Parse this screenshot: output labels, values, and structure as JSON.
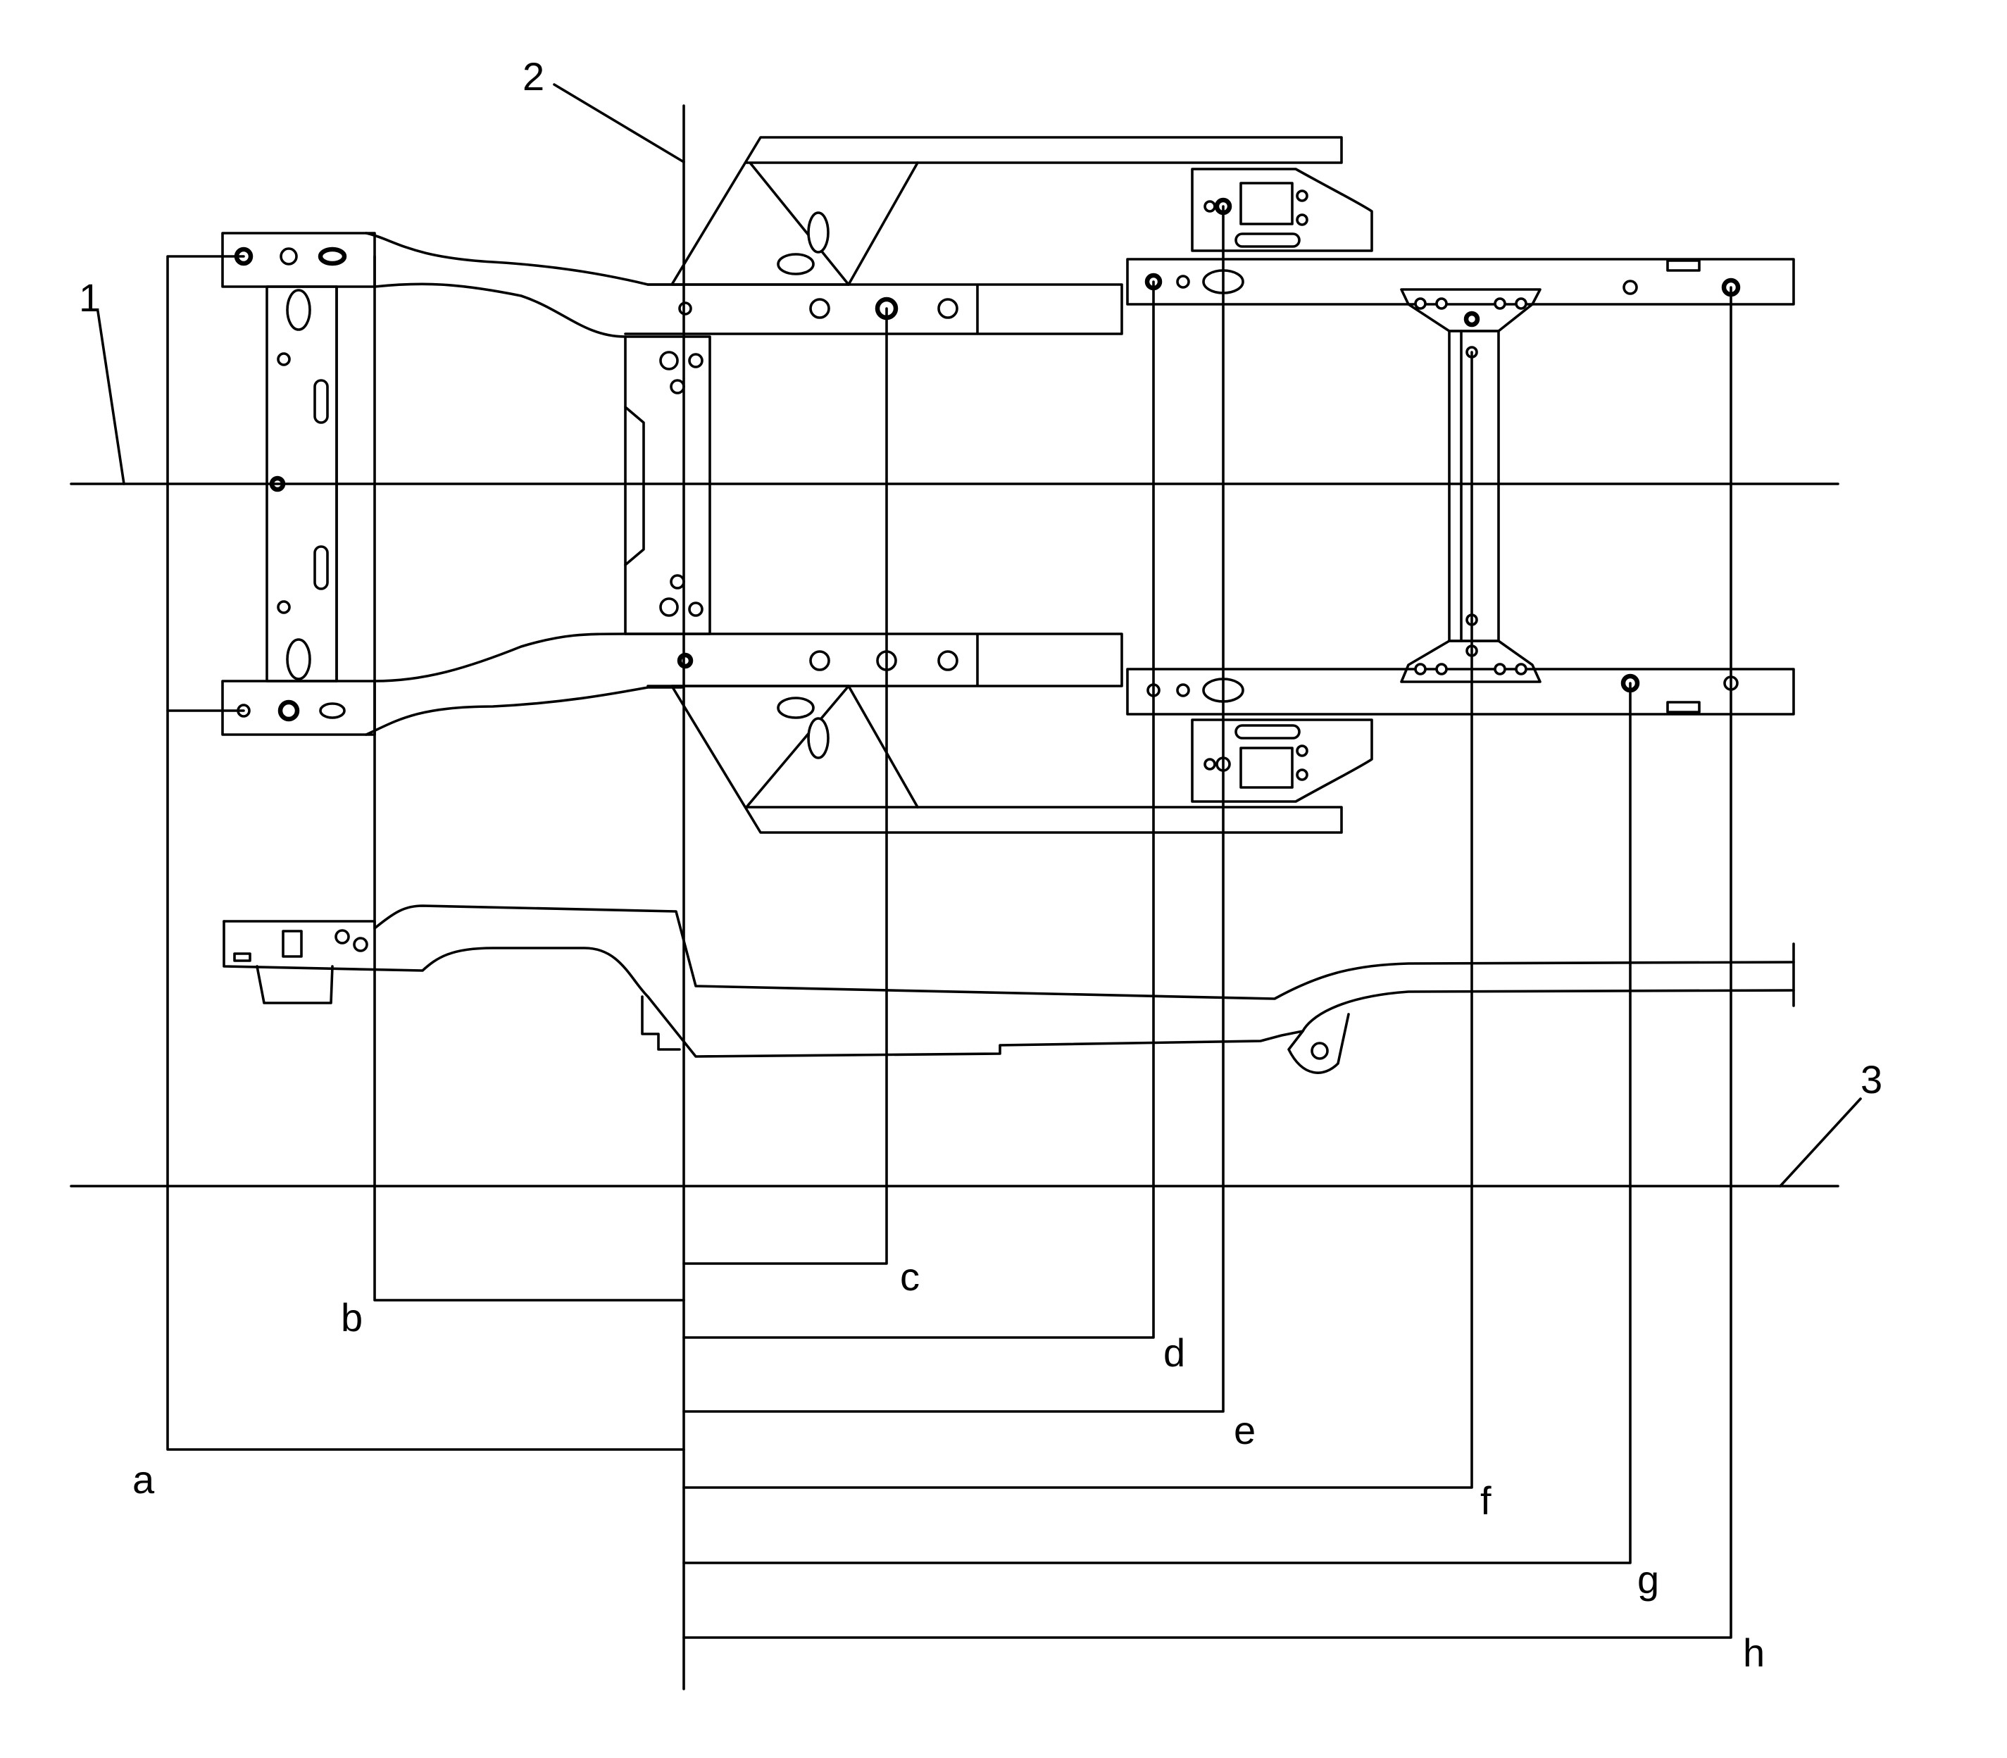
{
  "callouts": {
    "c1": "1",
    "c2": "2",
    "c3": "3"
  },
  "dimensions": {
    "a": "a",
    "b": "b",
    "c": "c",
    "d": "d",
    "e": "e",
    "f": "f",
    "g": "g",
    "h": "h"
  }
}
